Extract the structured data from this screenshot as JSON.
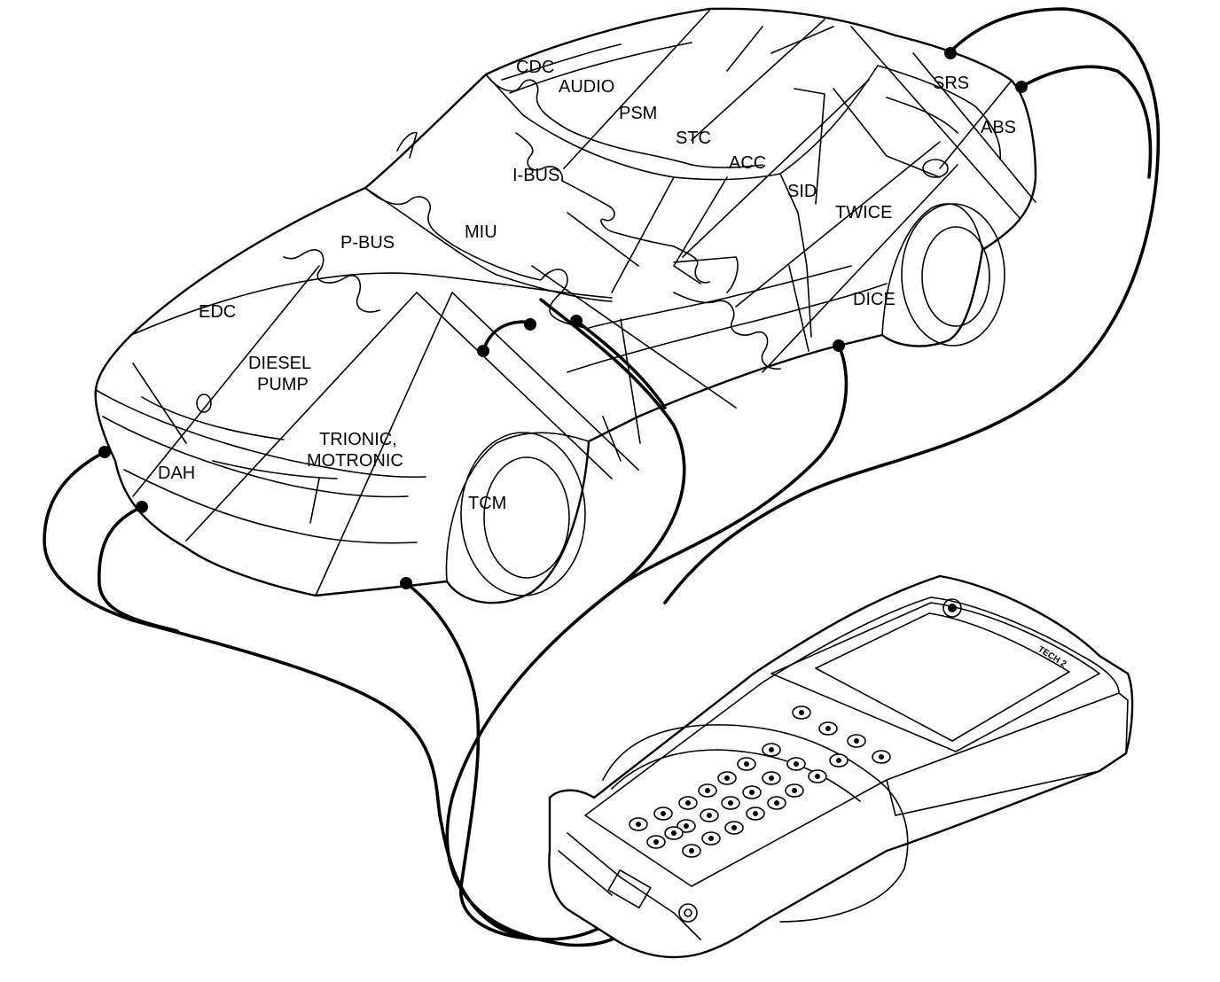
{
  "modules": {
    "cdc": "CDC",
    "audio": "AUDIO",
    "psm": "PSM",
    "srs": "SRS",
    "abs": "ABS",
    "stc": "STC",
    "acc": "ACC",
    "i_bus": "I-BUS",
    "sid": "SID",
    "twice": "TWICE",
    "p_bus": "P-BUS",
    "miu": "MIU",
    "dice": "DICE",
    "edc": "EDC",
    "diesel_pump_line1": "DIESEL",
    "diesel_pump_line2": "PUMP",
    "trionic_line1": "TRIONIC,",
    "trionic_line2": "MOTRONIC",
    "dah": "DAH",
    "tcm": "TCM"
  },
  "scan_tool": {
    "brand_label": "TECH 2"
  }
}
